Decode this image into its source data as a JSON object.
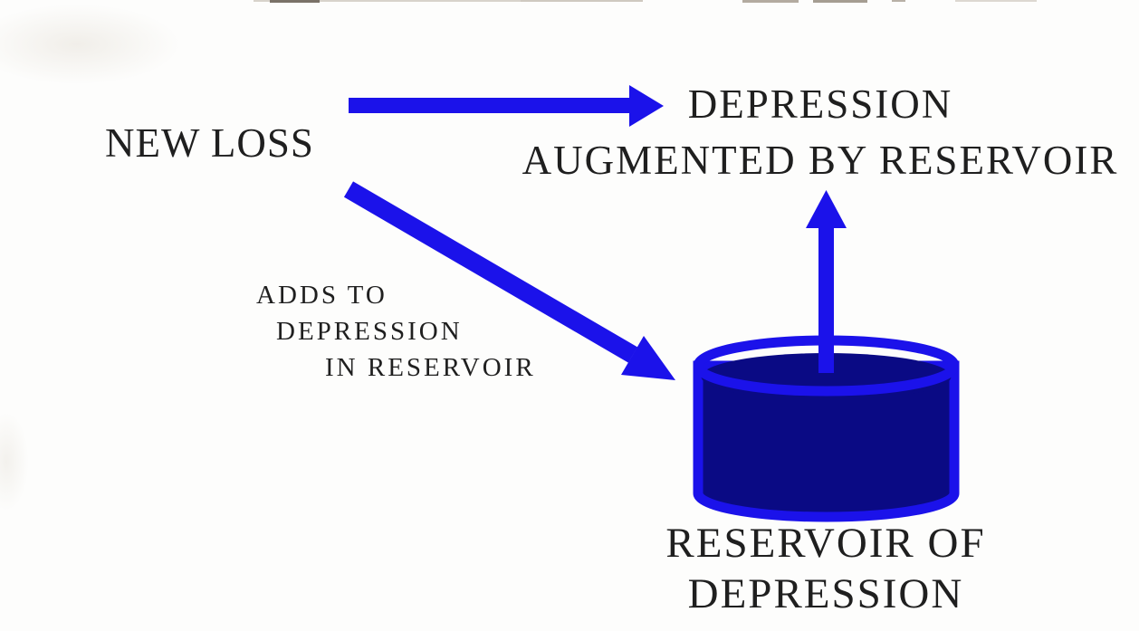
{
  "diagram": {
    "description": "Flow diagram: new loss feeds depression directly and adds to a reservoir of depression, which augments depression",
    "nodes": {
      "new_loss": {
        "label": "NEW LOSS"
      },
      "depression_augmented": {
        "line1": "DEPRESSION",
        "line2": "AUGMENTED BY RESERVOIR"
      },
      "adds_to": {
        "line1": "ADDS TO",
        "line2": "DEPRESSION",
        "line3": "IN RESERVOIR"
      },
      "reservoir": {
        "line1": "RESERVOIR OF",
        "line2": "DEPRESSION"
      }
    },
    "arrows": [
      {
        "id": "new-loss-to-depression",
        "shape": "horizontal-right",
        "from": "NEW LOSS",
        "to": "DEPRESSION AUGMENTED BY RESERVOIR"
      },
      {
        "id": "new-loss-to-reservoir",
        "shape": "diagonal-down-right",
        "from": "NEW LOSS",
        "to": "RESERVOIR OF DEPRESSION",
        "label": "ADDS TO DEPRESSION IN RESERVOIR"
      },
      {
        "id": "reservoir-to-depression",
        "shape": "vertical-up",
        "from": "RESERVOIR OF DEPRESSION",
        "to": "DEPRESSION AUGMENTED BY RESERVOIR"
      }
    ]
  },
  "colors": {
    "arrow_blue": "#1b12ea",
    "reservoir_fill": "#0a0a84",
    "text": "#1f1f1f",
    "background": "#fdfdfc"
  }
}
